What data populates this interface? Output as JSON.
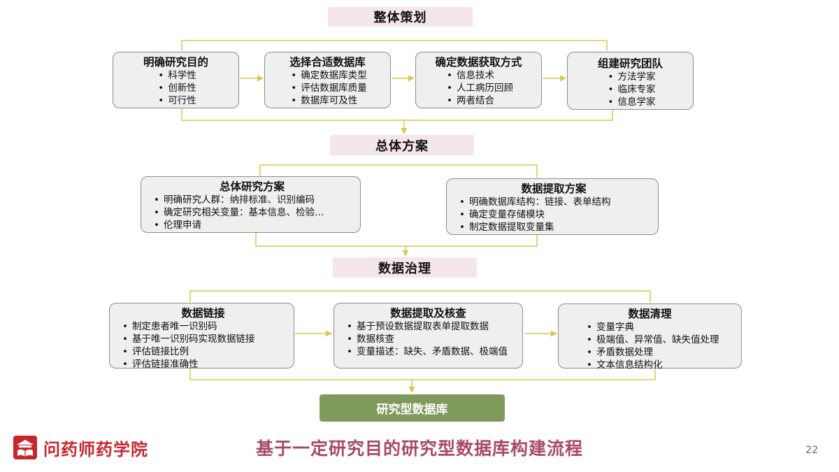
{
  "stages": {
    "planning": "整体策划",
    "scheme": "总体方案",
    "governance": "数据治理"
  },
  "planning_boxes": [
    {
      "title": "明确研究目的",
      "items": [
        "科学性",
        "创新性",
        "可行性"
      ]
    },
    {
      "title": "选择合适数据库",
      "items": [
        "确定数据库类型",
        "评估数据库质量",
        "数据库可及性"
      ]
    },
    {
      "title": "确定数据获取方式",
      "items": [
        "信息技术",
        "人工病历回顾",
        "两者结合"
      ]
    },
    {
      "title": "组建研究团队",
      "items": [
        "方法学家",
        "临床专家",
        "信息学家"
      ]
    }
  ],
  "scheme_boxes": [
    {
      "title": "总体研究方案",
      "items": [
        "明确研究人群：纳排标准、识别编码",
        "确定研究相关变量：基本信息、检验…",
        "伦理申请"
      ]
    },
    {
      "title": "数据提取方案",
      "items": [
        "明确数据库结构：链接、表单结构",
        "确定变量存储模块",
        "制定数据提取变量集"
      ]
    }
  ],
  "governance_boxes": [
    {
      "title": "数据链接",
      "items": [
        "制定患者唯一识别码",
        "基于唯一识别码实现数据链接",
        "评估链接比例",
        "评估链接准确性"
      ]
    },
    {
      "title": "数据提取及核查",
      "items": [
        "基于预设数据提取表单提取数据",
        "数据核查",
        "变量描述：缺失、矛盾数据、极端值"
      ]
    },
    {
      "title": "数据清理",
      "items": [
        "变量字典",
        "极端值、异常值、缺失值处理",
        "矛盾数据处理",
        "文本信息结构化"
      ]
    }
  ],
  "result": "研究型数据库",
  "footer": {
    "logo_text": "问药师药学院",
    "caption": "基于一定研究目的研究型数据库构建流程",
    "page_number": "22"
  },
  "colors": {
    "stage_bg": "#f4e6ea",
    "box_bg": "#efefef",
    "box_border": "#8c8c8c",
    "connector": "#d9c84a",
    "result_bg": "#7f9a5a",
    "caption": "#a84a66",
    "logo": "#c8262e"
  }
}
